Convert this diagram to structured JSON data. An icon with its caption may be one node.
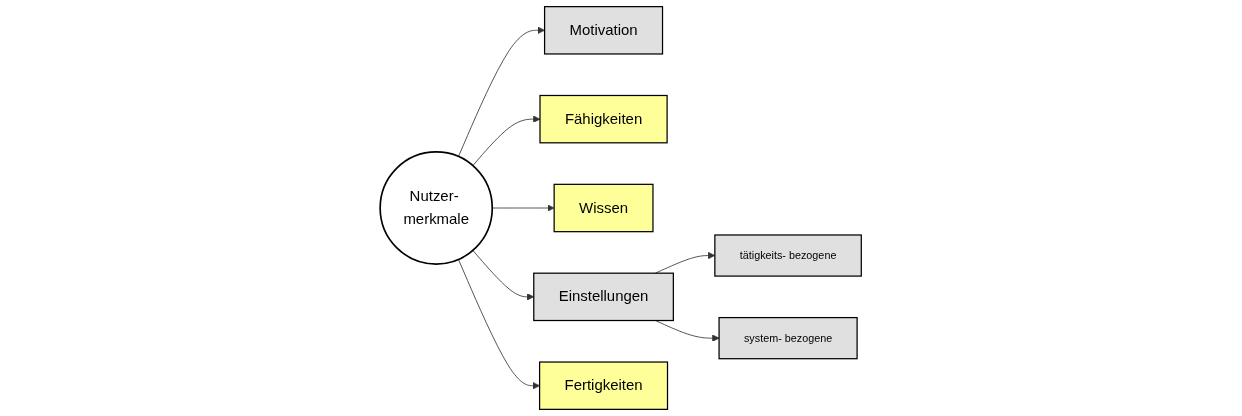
{
  "diagram": {
    "nodes": [
      {
        "text": [
          "Motivation"
        ]
      },
      {
        "text": [
          "Fähigkeiten"
        ]
      },
      {
        "text": [
          "Nutzer- merkmale"
        ]
      },
      {
        "text": [
          "Wissen"
        ]
      },
      {
        "text": [
          "tätigkeits- bezogene"
        ]
      },
      {
        "text": [
          "Einstellungen"
        ]
      },
      {
        "text": [
          "Fertigkeiten"
        ]
      },
      {
        "text": [
          "system- bezogene"
        ]
      }
    ],
    "edges": [
      {
        "from": 2,
        "to": 0,
        "arrow": "to"
      },
      {
        "from": 2,
        "to": 1,
        "arrow": "to"
      },
      {
        "from": 2,
        "to": 3,
        "arrow": "to"
      },
      {
        "from": 2,
        "to": 5,
        "arrow": "to"
      },
      {
        "from": 2,
        "to": 6,
        "arrow": "to"
      },
      {
        "from": 5,
        "to": 4,
        "arrow": "to"
      },
      {
        "from": 5,
        "to": 7,
        "arrow": "to"
      }
    ]
  }
}
